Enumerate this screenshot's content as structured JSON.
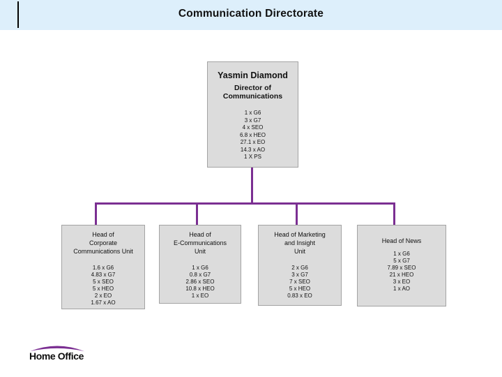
{
  "header": {
    "title": "Communication Directorate"
  },
  "org_chart": {
    "root": {
      "name": "Yasmin Diamond",
      "role_lines": [
        "Director of",
        "Communications"
      ],
      "staff": [
        "1 x G6",
        "3 x G7",
        "4 x SEO",
        "6.8 x HEO",
        "27.1 x EO",
        "14.3 x AO",
        "1 X PS"
      ]
    },
    "units": [
      {
        "title_lines": [
          "Head of",
          "Corporate",
          "Communications Unit"
        ],
        "staff": [
          "1.6 x G6",
          "4.83 x G7",
          "5 x SEO",
          "5 x HEO",
          "2 x EO",
          "1.67 x AO"
        ]
      },
      {
        "title_lines": [
          "Head of",
          "E-Communications",
          "Unit"
        ],
        "staff": [
          "1 x G6",
          "0.8 x G7",
          "2.86 x SEO",
          "10.8 x HEO",
          "1 x EO"
        ]
      },
      {
        "title_lines": [
          "Head of Marketing",
          "and Insight",
          "Unit"
        ],
        "staff": [
          "2 x G6",
          "3 x G7",
          "7 x SEO",
          "5 x HEO",
          "0.83 x EO"
        ]
      },
      {
        "title_lines": [
          "Head of News"
        ],
        "staff": [
          "1 x G6",
          "5 x G7",
          "7.89 x SEO",
          "21 x HEO",
          "3 x EO",
          "1 x AO"
        ]
      }
    ]
  },
  "logo": {
    "text": "Home Office"
  },
  "colors": {
    "accent_purple": "#7b2f92",
    "header_blue": "#ddeffb",
    "box_gray": "#dcdcdc"
  }
}
